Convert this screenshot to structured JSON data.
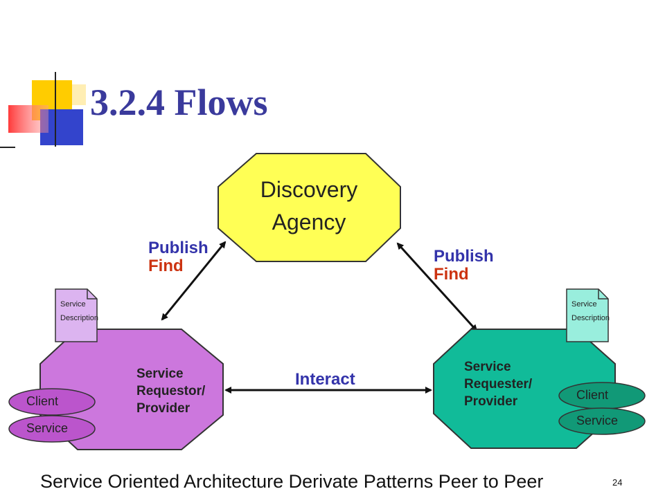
{
  "slide": {
    "title": "3.2.4 Flows",
    "caption": "Service Oriented Architecture Derivate Patterns Peer to Peer",
    "page_number": "24"
  },
  "diagram": {
    "discovery_agency": {
      "line1": "Discovery",
      "line2": "Agency",
      "color": "#ffff55"
    },
    "left_node": {
      "line1": "Service",
      "line2": "Requestor/",
      "line3": "Provider",
      "color": "#cc77dd",
      "doc_label_1": "Service",
      "doc_label_2": "Description",
      "ellipse_1": "Client",
      "ellipse_2": "Service"
    },
    "right_node": {
      "line1": "Service",
      "line2": "Requester/",
      "line3": "Provider",
      "color": "#11bb99",
      "doc_label_1": "Service",
      "doc_label_2": "Description",
      "ellipse_1": "Client",
      "ellipse_2": "Service"
    },
    "left_flow": {
      "publish": "Publish",
      "find": "Find"
    },
    "right_flow": {
      "publish": "Publish",
      "find": "Find"
    },
    "interact_label": "Interact",
    "colors": {
      "publish": "#3333aa",
      "find": "#cc3311",
      "interact": "#3333aa"
    }
  }
}
